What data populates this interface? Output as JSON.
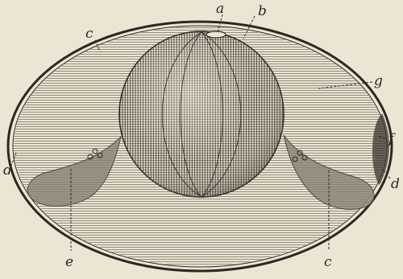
{
  "figure": {
    "labels": {
      "a": "a",
      "b": "b",
      "c_top": "c",
      "c_bottom": "c",
      "d_left": "d",
      "d_right": "d",
      "e": "e",
      "f": "f",
      "g": "g"
    },
    "colors": {
      "paper": "#ebe6d3",
      "ink": "#2b2822",
      "hatch": "#6a655a"
    }
  }
}
